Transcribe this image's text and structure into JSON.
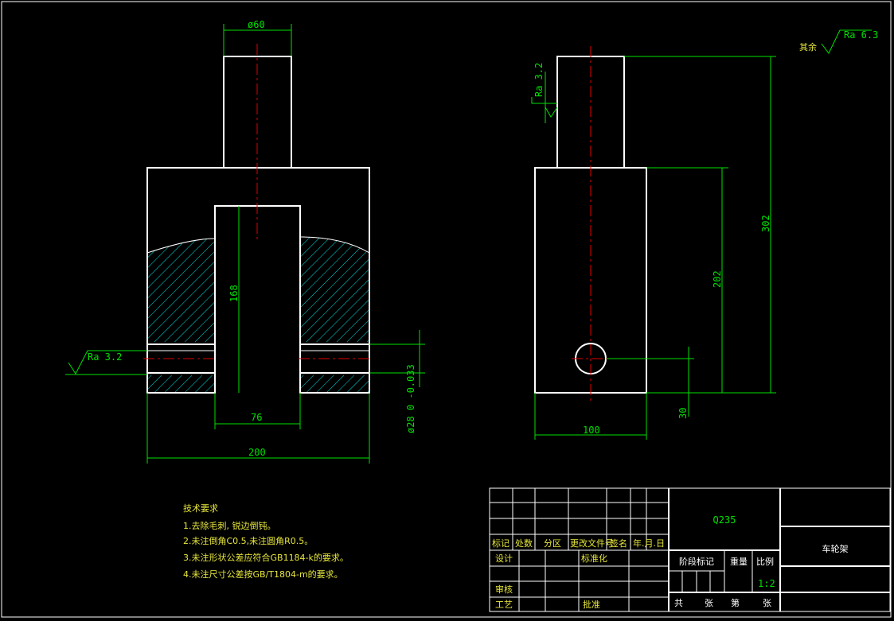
{
  "drawing": {
    "part_name": "车轮架",
    "material": "Q235",
    "scale_value": "1:2"
  },
  "dimensions": {
    "top_diameter": "ø60",
    "slot_height": "168",
    "slot_width": "76",
    "total_width": "200",
    "hole_diameter": "ø28 0 -0.033",
    "side_width": "100",
    "side_base_height": "202",
    "total_height": "302",
    "hole_offset": "30"
  },
  "roughness": {
    "left": "Ra 3.2",
    "side": "Ra 3.2",
    "rest_label": "其余",
    "rest_value": "Ra 6.3"
  },
  "notes": {
    "heading": "技术要求",
    "items": [
      "1.去除毛刺, 锐边倒钝。",
      "2.未注倒角C0.5,未注圆角R0.5。",
      "3.未注形状公差应符合GB1184-k的要求。",
      "4.未注尺寸公差按GB/T1804-m的要求。"
    ]
  },
  "title_block": {
    "labels": {
      "mark": "标记",
      "count": "处数",
      "zone": "分区",
      "doc_no": "更改文件号",
      "signature": "签名",
      "date": "年.月.日",
      "design": "设计",
      "standardize": "标准化",
      "review": "审核",
      "process": "工艺",
      "approve": "批准",
      "stage_mark": "阶段标记",
      "weight": "重量",
      "scale": "比例",
      "total": "共",
      "sheets": "张",
      "sheet_no": "第",
      "sheet_unit": "张"
    }
  }
}
